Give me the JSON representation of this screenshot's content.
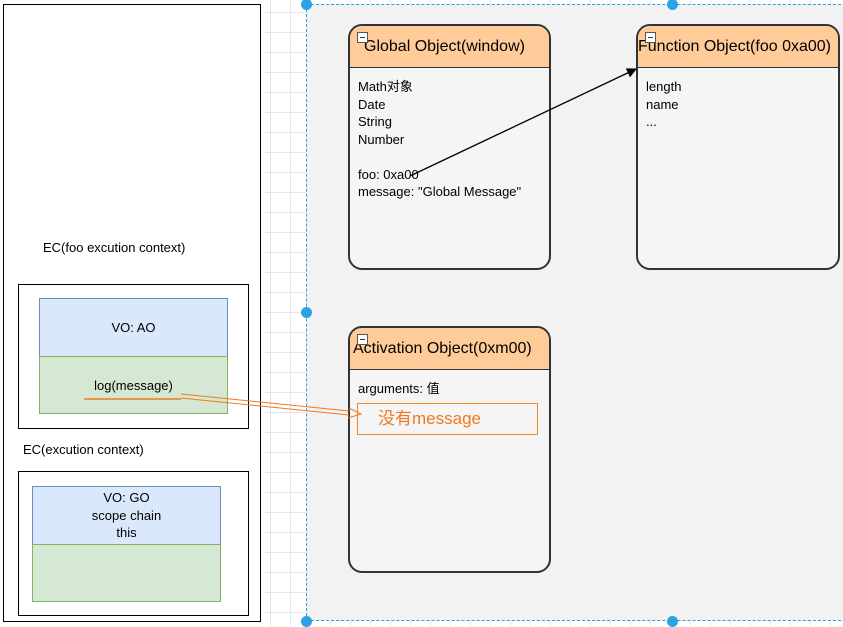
{
  "stack": {
    "ec_foo_label": "EC(foo excution context)",
    "ec_foo": {
      "vo_label": "VO: AO",
      "code_label": "log(message)"
    },
    "ec_global_label": "EC(excution context)",
    "ec_global": {
      "vo_lines": [
        "VO: GO",
        "scope chain",
        "this"
      ]
    }
  },
  "global_object": {
    "title": "Global Object(window)",
    "lines": [
      "Math对象",
      "Date",
      "String",
      "Number",
      "",
      "foo: 0xa00",
      "message: \"Global Message\""
    ]
  },
  "function_object": {
    "title": "Function Object(foo 0xa00)",
    "lines": [
      "length",
      "name",
      "..."
    ]
  },
  "activation_object": {
    "title": "Activation Object(0xm00)",
    "lines": [
      "arguments: 值"
    ],
    "note": "没有message"
  },
  "colors": {
    "header_fill": "#ffcc99",
    "vo_blue": "#dae8fc",
    "vo_green": "#d5e8d4",
    "highlight_orange": "#f07a20",
    "selection_blue": "#2aa3e4"
  }
}
